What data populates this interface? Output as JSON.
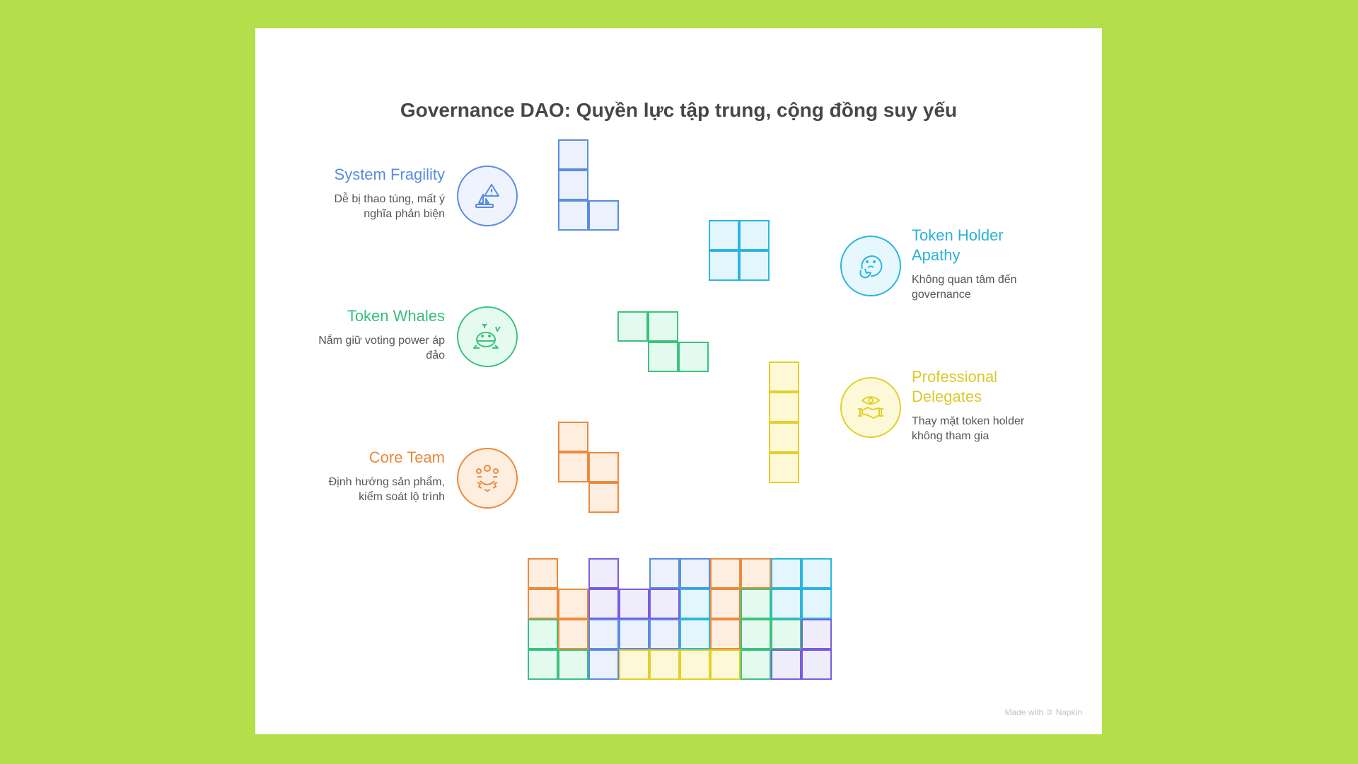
{
  "title": "Governance DAO: Quyền lực tập trung, cộng đồng suy yếu",
  "colors": {
    "blue": {
      "stroke": "#5b8ce2",
      "fill": "#ebf2fd"
    },
    "green": {
      "stroke": "#3dc17e",
      "fill": "#e3fbee"
    },
    "orange": {
      "stroke": "#ec8a3c",
      "fill": "#fdeee0"
    },
    "cyan": {
      "stroke": "#2cb6df",
      "fill": "#e4f6fd"
    },
    "yellow": {
      "stroke": "#e3cf2a",
      "fill": "#fdf8d6"
    },
    "purple": {
      "stroke": "#7a5ce2",
      "fill": "#efedfc"
    }
  },
  "items": [
    {
      "title": "System Fragility",
      "desc1": "Dễ bị thao túng, mất ý",
      "desc2": "nghĩa phản biện",
      "color": "blue",
      "icon": "warning-sailboat-icon"
    },
    {
      "title": "Token Whales",
      "desc1": "Nắm giữ voting power áp",
      "desc2": "đảo",
      "color": "green",
      "icon": "whale-icon"
    },
    {
      "title": "Core Team",
      "desc1": "Định hướng sản phẩm,",
      "desc2": "kiểm soát lộ trình",
      "color": "orange",
      "icon": "team-gear-icon"
    },
    {
      "title1": "Token Holder",
      "title2": "Apathy",
      "desc1": "Không quan tâm đến",
      "desc2": "governance",
      "color": "cyan",
      "icon": "thinking-face-icon"
    },
    {
      "title1": "Professional",
      "title2": "Delegates",
      "desc1": "Thay mặt token holder",
      "desc2": "không tham gia",
      "color": "yellow",
      "icon": "eye-handshake-icon"
    }
  ],
  "bottom_grid": [
    [
      "orange",
      null,
      "purple",
      null,
      "blue",
      "blue",
      "orange",
      "orange",
      "cyan",
      "cyan"
    ],
    [
      "orange",
      "orange",
      "purple",
      "purple",
      "purple",
      "cyan",
      "orange",
      "green",
      "cyan",
      "cyan"
    ],
    [
      "green",
      "orange",
      "blue",
      "blue",
      "blue",
      "cyan",
      "orange",
      "green",
      "green",
      "purple"
    ],
    [
      "green",
      "green",
      "blue",
      "yellow",
      "yellow",
      "yellow",
      "yellow",
      "green",
      "purple",
      "purple"
    ]
  ],
  "footer": "Made with ⚞ Napkin"
}
